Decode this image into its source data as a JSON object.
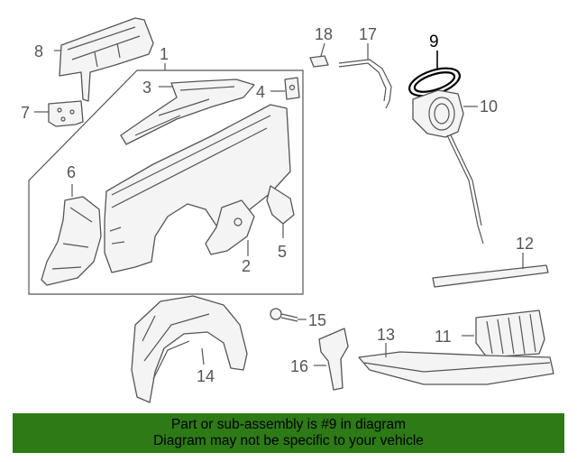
{
  "diagram": {
    "highlight_color": "#000000",
    "part_color": "#555555",
    "callouts": [
      "1",
      "2",
      "3",
      "4",
      "5",
      "6",
      "7",
      "8",
      "9",
      "10",
      "11",
      "12",
      "13",
      "14",
      "15",
      "16",
      "17",
      "18"
    ],
    "highlighted": "9"
  },
  "banner": {
    "line1": "Part or sub-assembly is #9 in diagram",
    "line2": "Diagram may not be specific to your vehicle",
    "background": "#2d7a16"
  }
}
